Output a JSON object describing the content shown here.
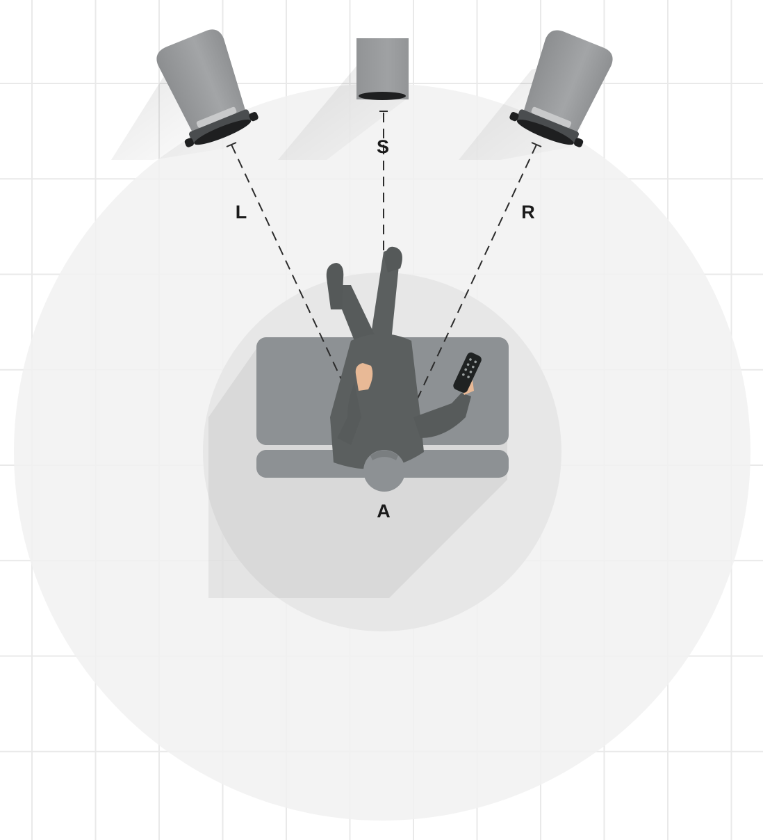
{
  "diagram": {
    "speakers": [
      {
        "id": "left",
        "label": "L"
      },
      {
        "id": "subwoofer",
        "label": "S"
      },
      {
        "id": "right",
        "label": "R"
      }
    ],
    "listener": {
      "label": "A"
    }
  },
  "colors": {
    "background": "#ffffff",
    "grid": "#e9e9e9",
    "outer_zone": "#f2f2f2",
    "inner_zone": "#e7e7e7",
    "speaker": "#9a9c9e",
    "sofa": "#8d9194",
    "person": "#5b5f5f",
    "skin": "#e8b996",
    "label": "#1a1a1a"
  },
  "icons": {
    "speaker": "bookshelf-speaker-icon",
    "subwoofer": "subwoofer-icon",
    "sofa": "sofa-icon",
    "person": "seated-person-icon",
    "remote": "remote-control-icon"
  }
}
